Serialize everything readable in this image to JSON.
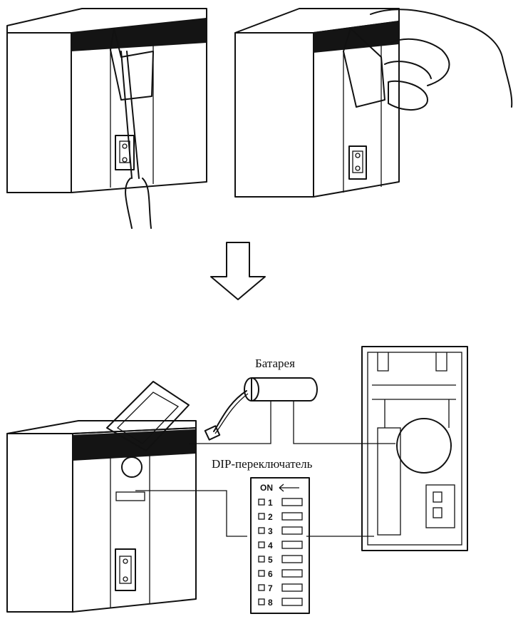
{
  "labels": {
    "battery": "Батарея",
    "dip_switch": "DIP-переключатель"
  },
  "dip_switch": {
    "header": "ON",
    "numbers": [
      "1",
      "2",
      "3",
      "4",
      "5",
      "6",
      "7",
      "8"
    ]
  },
  "colors": {
    "ink": "#111111",
    "band": "#141414",
    "background": "#ffffff"
  }
}
